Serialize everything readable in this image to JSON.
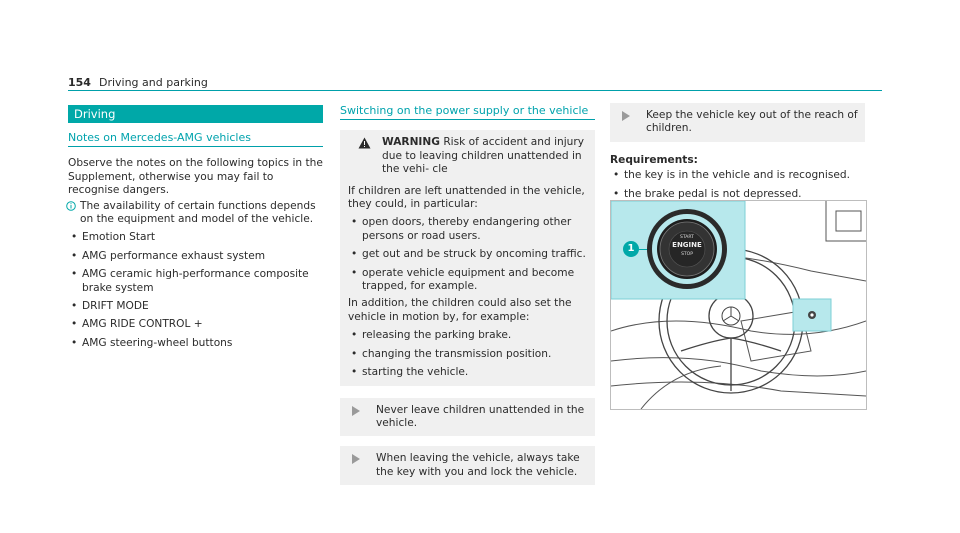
{
  "header": {
    "page_number": "154",
    "section": "Driving and parking"
  },
  "col1": {
    "bar_title": "Driving",
    "subheading": "Notes on Mercedes-AMG vehicles",
    "intro": "Observe the notes on the following topics in the Supplement, otherwise you may fail to recognise dangers.",
    "info_text": "The availability of certain functions depends on the equipment and model of the vehicle.",
    "items": [
      "Emotion Start",
      "AMG performance exhaust system",
      "AMG ceramic high-performance composite brake system",
      "DRIFT MODE",
      "AMG RIDE CONTROL +",
      "AMG steering-wheel buttons"
    ]
  },
  "col2": {
    "heading": "Switching on the power supply or the vehicle",
    "warning_label": "WARNING",
    "warning_text": "Risk of accident and injury due to leaving children unattended in the vehi- cle",
    "para1": "If children are left unattended in the vehicle, they could, in particular:",
    "list1": [
      "open doors, thereby endangering other persons or road users.",
      "get out and be struck by oncoming traffic.",
      "operate vehicle equipment and become trapped, for example."
    ],
    "para2": "In addition, the children could also set the vehicle in motion by, for example:",
    "list2": [
      "releasing the parking brake.",
      "changing the transmission position.",
      "starting the vehicle."
    ],
    "step1": "Never leave children unattended in the vehicle.",
    "step2": "When leaving the vehicle, always take the key with you and lock the vehicle."
  },
  "col3": {
    "step3": "Keep the vehicle key out of the reach of children.",
    "req_title": "Requirements:",
    "req_items": [
      "the key is in the vehicle and is recognised.",
      "the brake pedal is not depressed."
    ],
    "callout_number": "1",
    "button_text_top": "START",
    "button_text_mid": "ENGINE",
    "button_text_bottom": "STOP"
  },
  "colors": {
    "accent": "#00a8a8",
    "callout_bg": "#b7e8ec",
    "warning_bg": "#f0f0f0"
  }
}
